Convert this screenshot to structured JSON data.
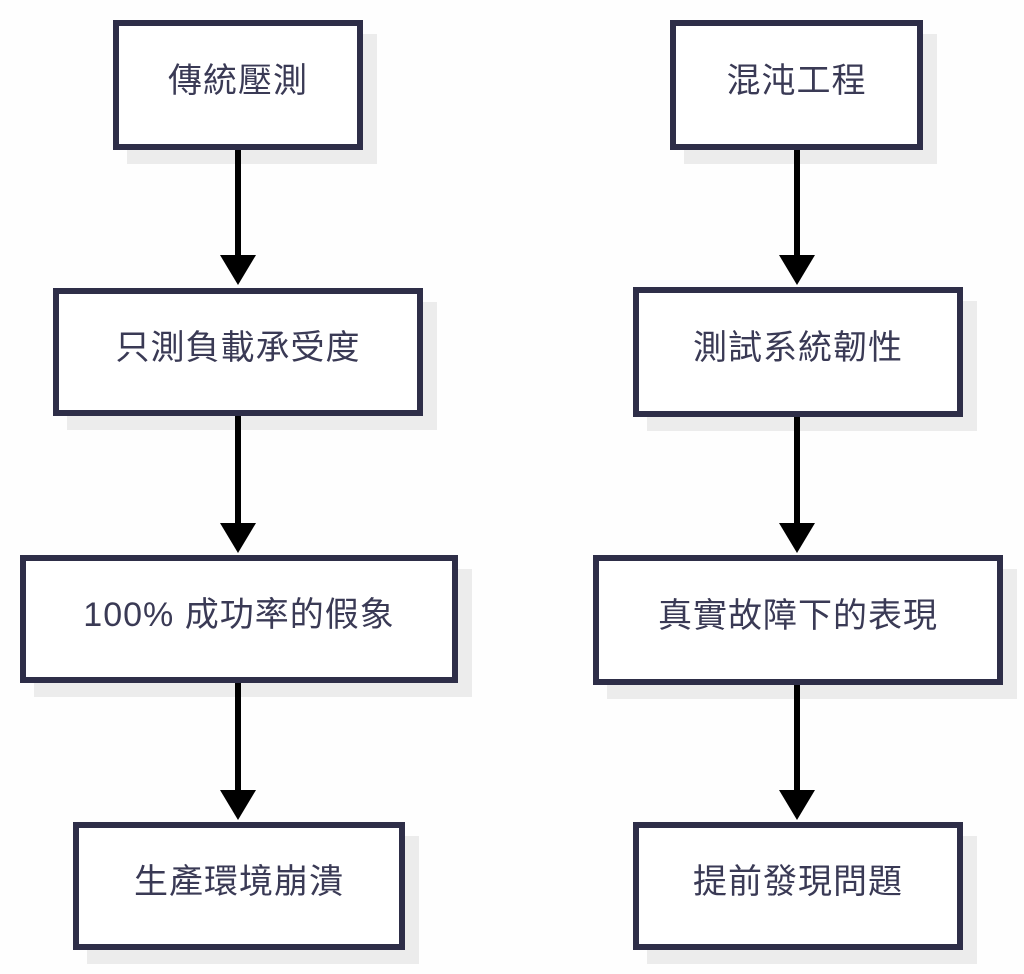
{
  "diagram_type": "flowchart-comparison",
  "colors": {
    "border": "#2e2e48",
    "text": "#3a3a55",
    "arrow": "#000000",
    "shadow": "#ececec",
    "box_fill": "#ffffff",
    "page_bg": "#fefefe"
  },
  "columns": [
    {
      "id": "traditional-stress-testing",
      "nodes": [
        {
          "label": "傳統壓測"
        },
        {
          "label": "只測負載承受度"
        },
        {
          "label": "100% 成功率的假象"
        },
        {
          "label": "生產環境崩潰"
        }
      ]
    },
    {
      "id": "chaos-engineering",
      "nodes": [
        {
          "label": "混沌工程"
        },
        {
          "label": "測試系統韌性"
        },
        {
          "label": "真實故障下的表現"
        },
        {
          "label": "提前發現問題"
        }
      ]
    }
  ]
}
